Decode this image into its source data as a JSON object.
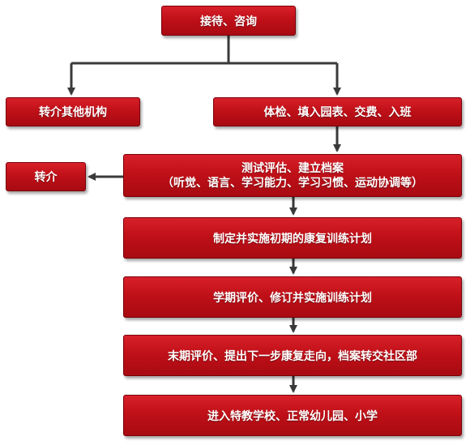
{
  "nodes": {
    "n1": "接待、咨询",
    "n2": "转介其他机构",
    "n3": "体检、填入园表、交费、入班",
    "n4": "转介",
    "n5_line1": "测试评估、建立档案",
    "n5_line2": "（听觉、语言、学习能力、学习习惯、运动协调等）",
    "n6": "制定并实施初期的康复训练计划",
    "n7": "学期评价、修订并实施训练计划",
    "n8": "末期评价、提出下一步康复走向，档案转交社区部",
    "n9": "进入特教学校、正常幼儿园、小学"
  },
  "colors": {
    "node_fill": "#c01018",
    "connector": "#3a3a3a",
    "text": "#ffffff"
  }
}
